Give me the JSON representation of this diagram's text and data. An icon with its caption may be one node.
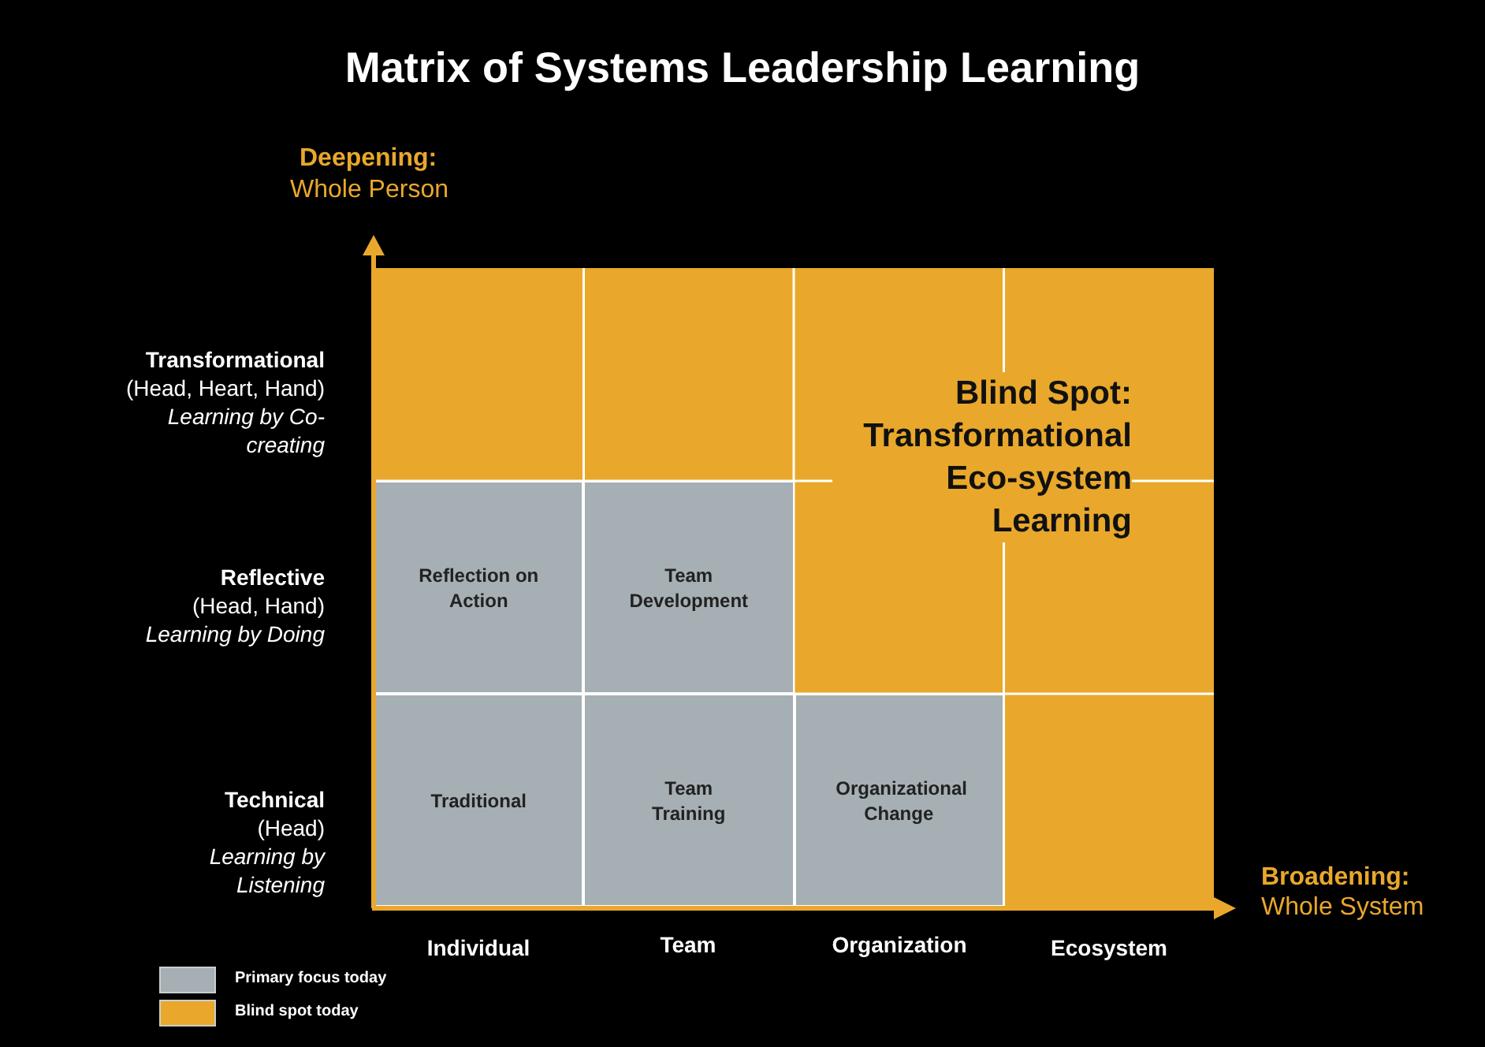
{
  "diagram": {
    "title": "Matrix of Systems Leadership Learning",
    "nodes": [
      {
        "text": [
          "Blind Spot: Transformational Eco-system Learning"
        ]
      },
      {
        "text": [
          "Reflection on Action"
        ]
      },
      {
        "text": [
          "Team Development"
        ]
      },
      {
        "text": [
          "Traditional"
        ]
      },
      {
        "text": [
          "Team Training"
        ]
      },
      {
        "text": [
          "Organizational Change"
        ]
      }
    ],
    "edges": [],
    "labels": [
      "Deepening:",
      "Whole Person",
      "Transformational",
      "(Head, Heart, Hand)",
      "Learning by Co-creating",
      "Reflective",
      "(Head, Hand)",
      "Learning by Doing",
      "Technical",
      "(Head)",
      "Learning by Listening",
      "Broadening:",
      "Whole System",
      "Individual",
      "Team",
      "Organization",
      "Ecosystem"
    ],
    "legend": [
      {
        "text": "Primary focus today",
        "color": "#a6afb4"
      },
      {
        "text": "Blind spot today",
        "color": "#e9a82b"
      }
    ]
  }
}
